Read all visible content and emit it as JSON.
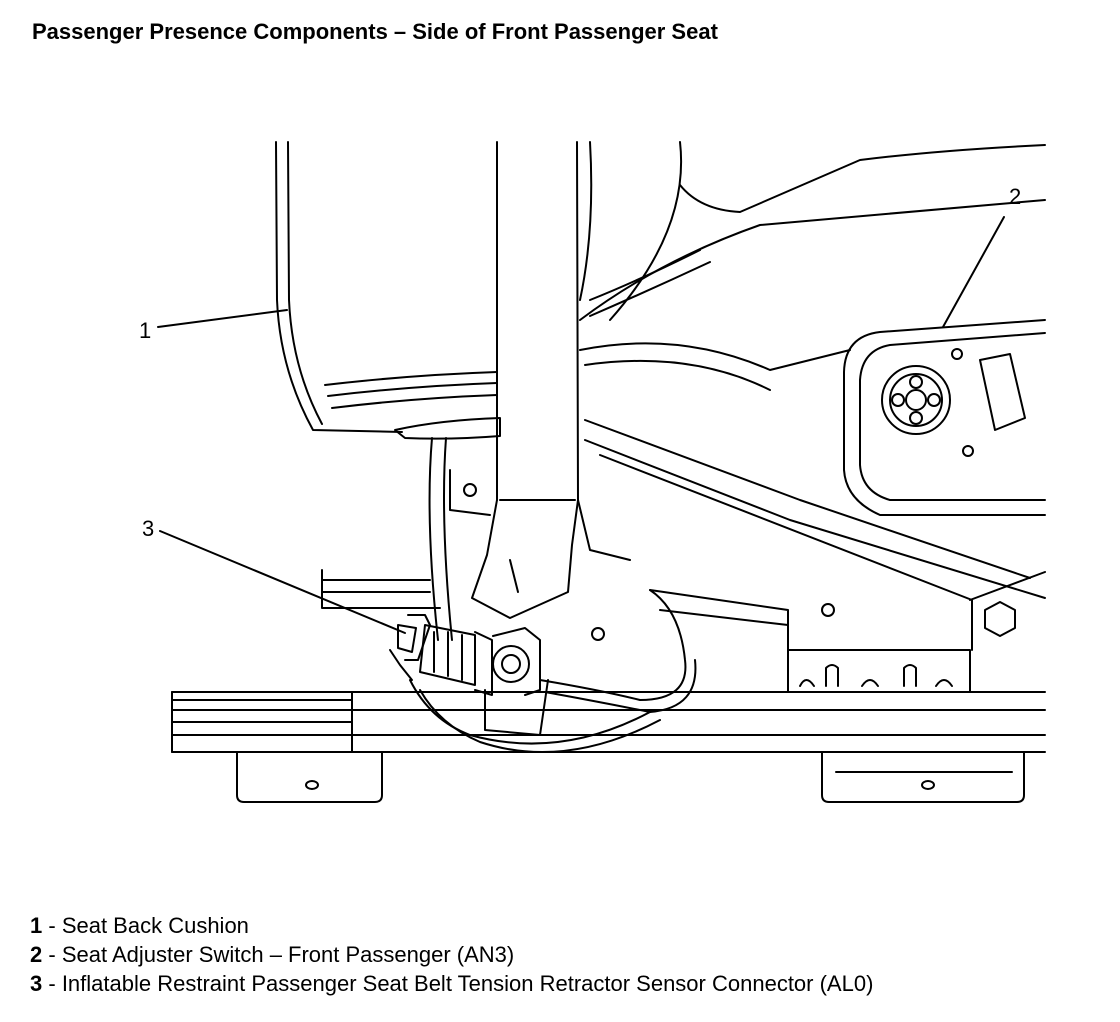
{
  "title": "Passenger Presence Components – Side of Front Passenger Seat",
  "callouts": [
    "1",
    "2",
    "3"
  ],
  "legend": [
    {
      "number": "1",
      "separator": " - ",
      "text": "Seat Back Cushion"
    },
    {
      "number": "2",
      "separator": " - ",
      "text": "Seat Adjuster Switch – Front Passenger (AN3)"
    },
    {
      "number": "3",
      "separator": " - ",
      "text": "Inflatable Restraint Passenger Seat Belt Tension Retractor Sensor Connector (AL0)"
    }
  ]
}
